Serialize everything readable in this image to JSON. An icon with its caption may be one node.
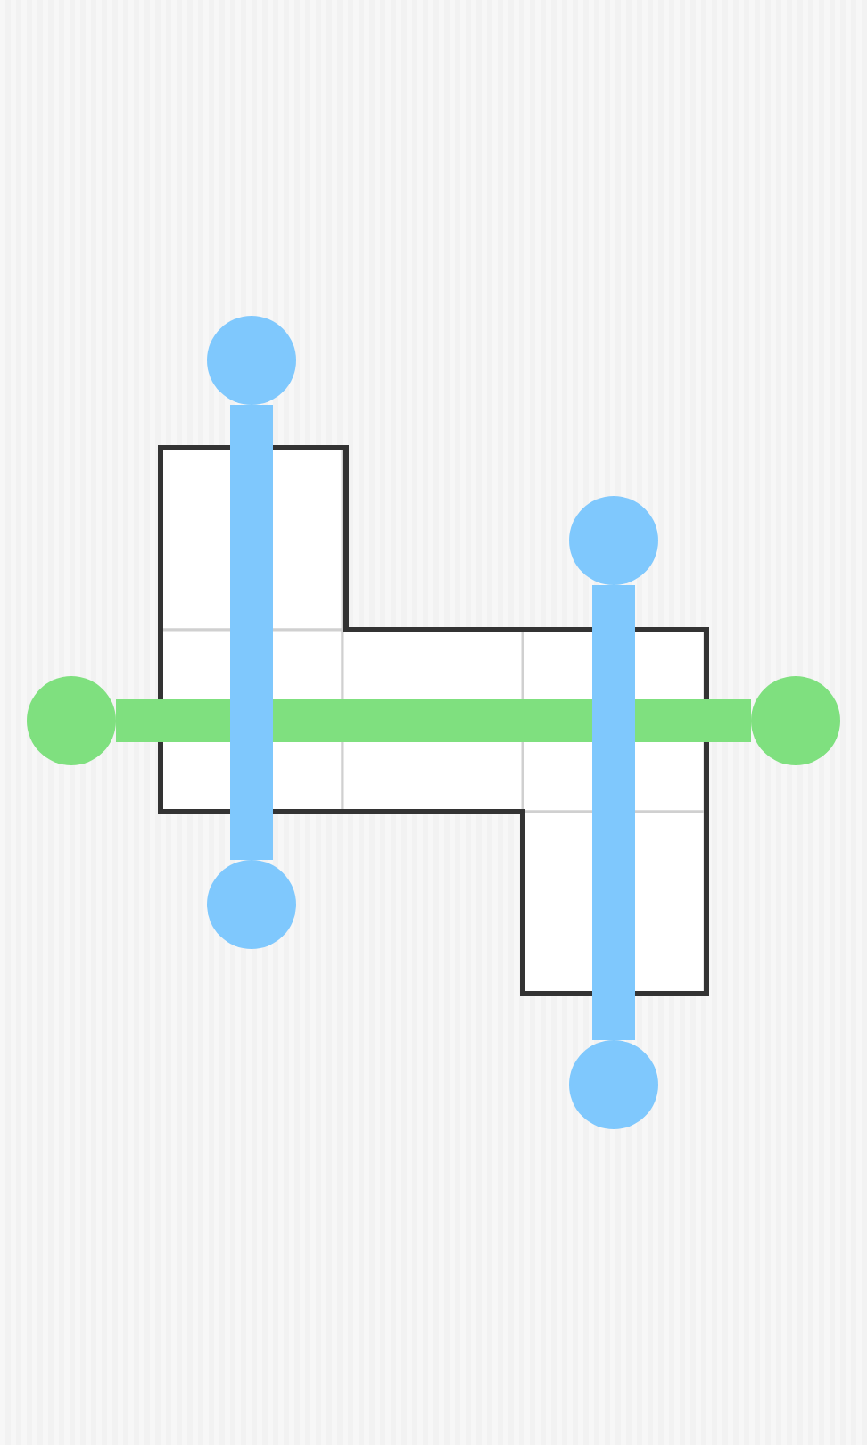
{
  "diagram": {
    "nodes": [
      {
        "text": [],
        "shape": "circle"
      },
      {
        "text": [],
        "shape": "circle"
      },
      {
        "text": [],
        "shape": "circle"
      },
      {
        "text": [],
        "shape": "circle"
      },
      {
        "text": [],
        "shape": "circle"
      },
      {
        "text": [],
        "shape": "circle"
      }
    ],
    "edges": [
      {
        "from": 2,
        "to": 3,
        "arrow": "none",
        "color": "#7fe07f"
      },
      {
        "from": 0,
        "to": 4,
        "arrow": "none",
        "color": "#7fc8fd"
      },
      {
        "from": 1,
        "to": 5,
        "arrow": "none",
        "color": "#7fc8fd"
      }
    ]
  }
}
